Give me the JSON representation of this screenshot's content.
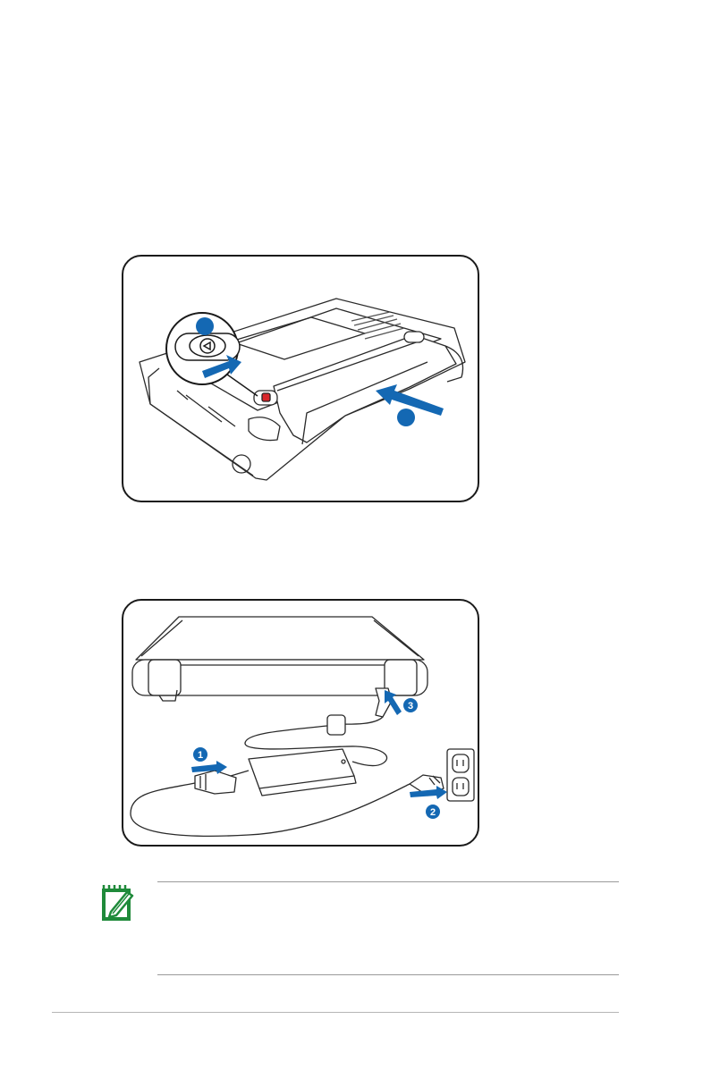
{
  "figures": {
    "battery": {
      "callouts": [
        "",
        ""
      ]
    },
    "adapter": {
      "callouts": [
        "1",
        "2",
        "3"
      ]
    }
  },
  "note": {
    "icon": "note-pencil-icon",
    "icon_color": "#1f8a3a"
  },
  "colors": {
    "arrow": "#1468b3",
    "outline": "#1a1a1a"
  }
}
